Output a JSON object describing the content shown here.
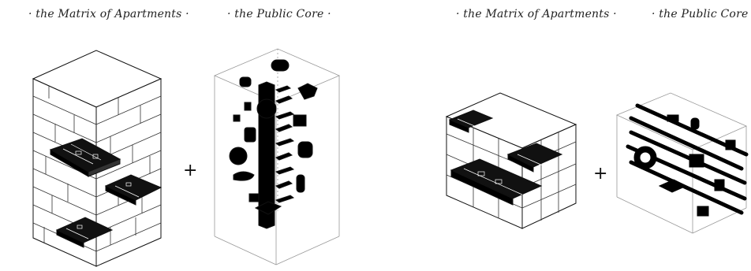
{
  "diagram": {
    "left_group": {
      "caption_a": "· the Matrix of Apartments ·",
      "caption_b": "· the Public Core ·",
      "operator": "+"
    },
    "right_group": {
      "caption_a": "· the Matrix of Apartments ·",
      "caption_b": "· the Public Core ·",
      "operator": "+"
    }
  },
  "colors": {
    "line": "#111111",
    "fill": "#000000",
    "paper": "#ffffff",
    "ghost": "#9a9a9a"
  }
}
